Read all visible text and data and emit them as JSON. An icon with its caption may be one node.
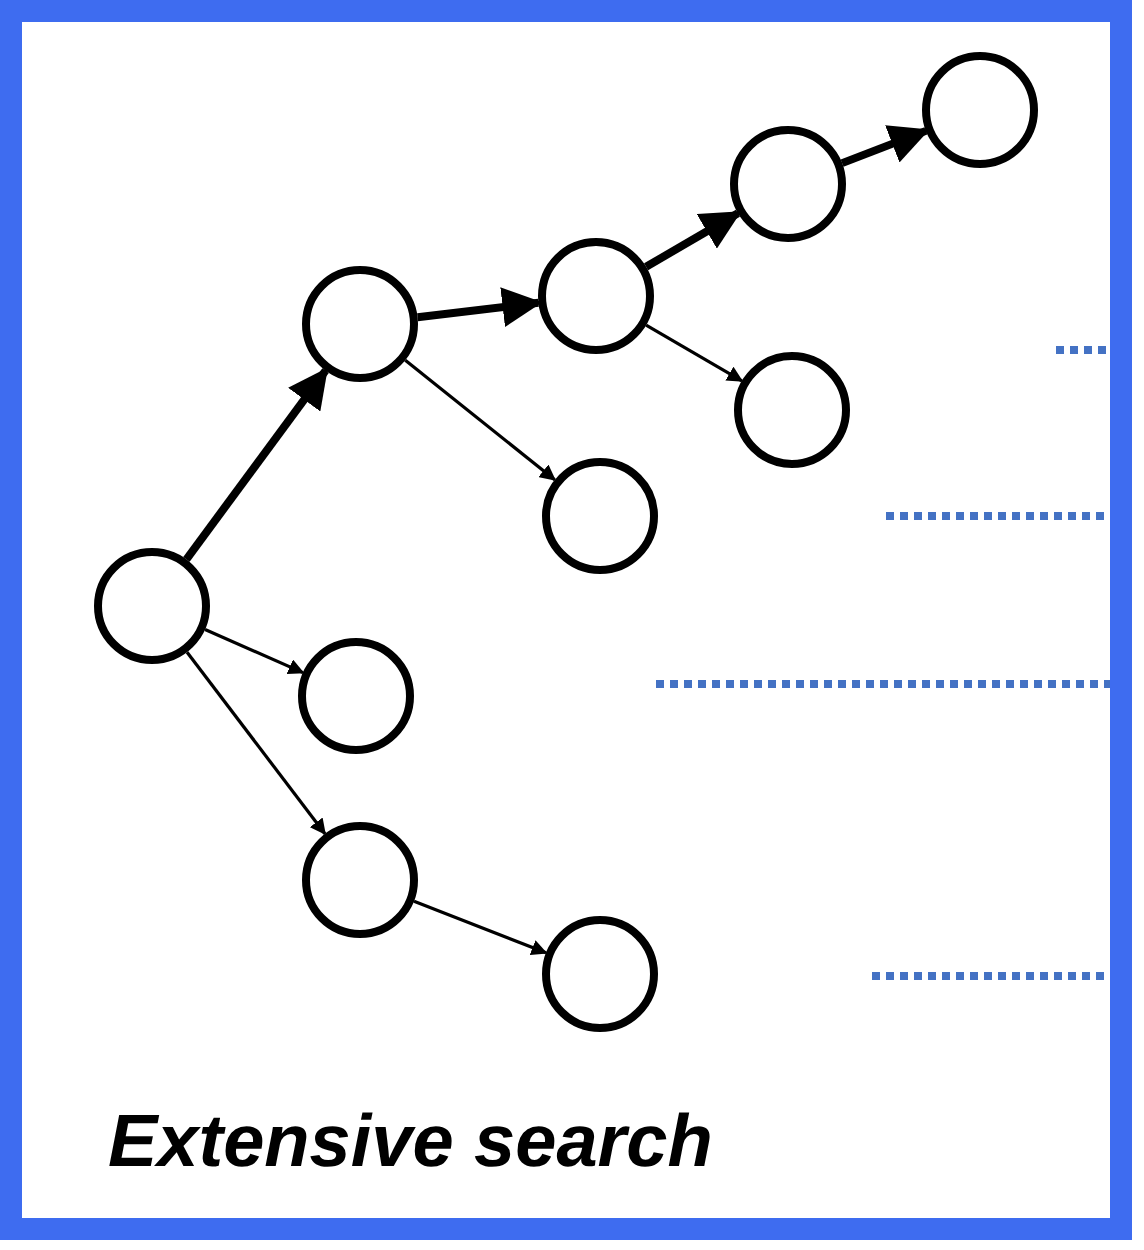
{
  "diagram": {
    "caption": "Extensive search",
    "nodes": [
      {
        "text": [],
        "shape": "circle"
      },
      {
        "text": [],
        "shape": "circle"
      },
      {
        "text": [],
        "shape": "circle"
      },
      {
        "text": [],
        "shape": "circle"
      },
      {
        "text": [],
        "shape": "circle"
      },
      {
        "text": [],
        "shape": "circle"
      },
      {
        "text": [],
        "shape": "circle"
      },
      {
        "text": [],
        "shape": "circle"
      },
      {
        "text": [],
        "shape": "circle"
      },
      {
        "text": [],
        "shape": "circle"
      }
    ],
    "edges": [
      {
        "from": 0,
        "to": 1,
        "arrow": "to",
        "style": "thick"
      },
      {
        "from": 0,
        "to": 2,
        "arrow": "to"
      },
      {
        "from": 0,
        "to": 3,
        "arrow": "to"
      },
      {
        "from": 1,
        "to": 4,
        "arrow": "to",
        "style": "thick"
      },
      {
        "from": 1,
        "to": 5,
        "arrow": "to"
      },
      {
        "from": 3,
        "to": 6,
        "arrow": "to"
      },
      {
        "from": 4,
        "to": 7,
        "arrow": "to",
        "style": "thick"
      },
      {
        "from": 4,
        "to": 8,
        "arrow": "to"
      },
      {
        "from": 7,
        "to": 9,
        "arrow": "to",
        "style": "thick"
      }
    ]
  }
}
